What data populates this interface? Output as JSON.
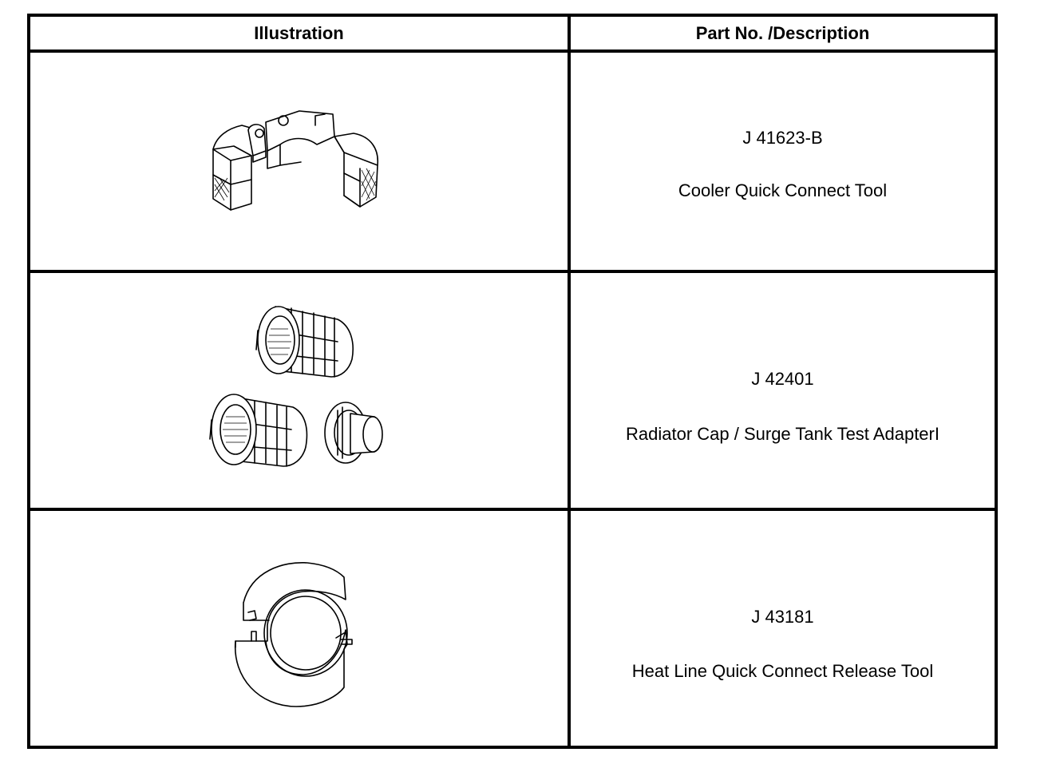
{
  "table": {
    "headers": {
      "illustration": "Illustration",
      "part_description": "Part No. /Description"
    },
    "rows": [
      {
        "part_no": "J 41623-B",
        "description": "Cooler Quick Connect Tool",
        "illustration_icon": "cooler-quick-connect-tool-icon"
      },
      {
        "part_no": "J 42401",
        "description": "Radiator Cap / Surge Tank Test AdapterI",
        "illustration_icon": "radiator-cap-adapter-icon"
      },
      {
        "part_no": "J 43181",
        "description": "Heat Line Quick Connect Release Tool",
        "illustration_icon": "heat-line-release-tool-icon"
      }
    ]
  }
}
